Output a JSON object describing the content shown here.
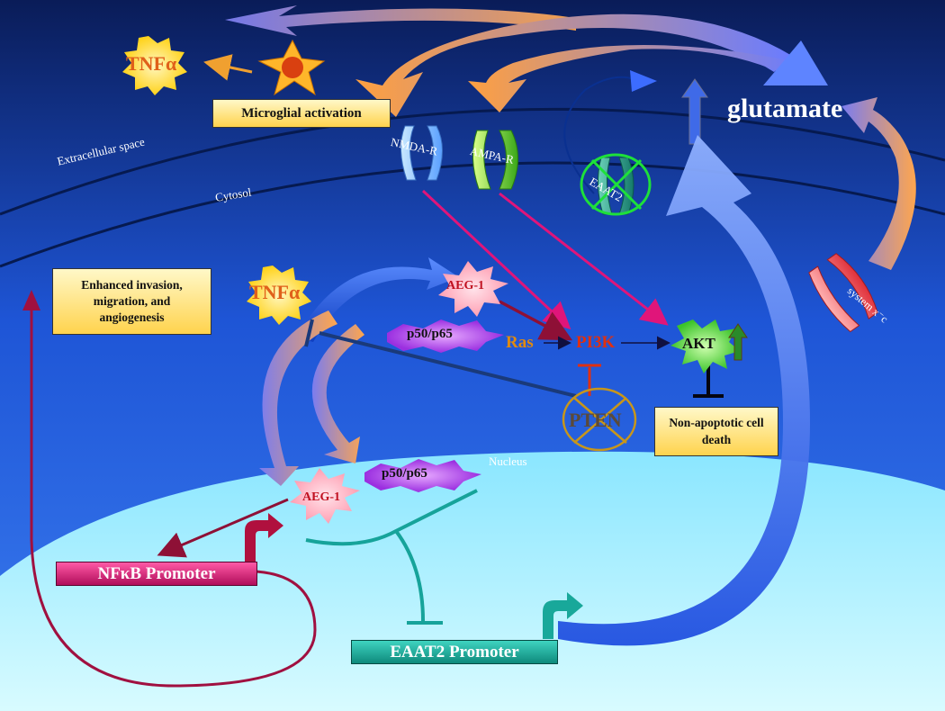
{
  "labels": {
    "tnf_top": "TNFα",
    "tnf_mid": "TNFα",
    "microglial": "Microglial activation",
    "glutamate": "glutamate",
    "extracellular": "Extracellular space",
    "cytosol": "Cytosol",
    "nmda": "NMDA-R",
    "ampa": "AMPA-R",
    "eaat2_receptor": "EAAT2",
    "system_xc": "system x⁻c",
    "enhanced": "Enhanced invasion, migration, and angiogenesis",
    "aeg1_cyto": "AEG-1",
    "p50p65_cyto": "p50/p65",
    "ras": "Ras",
    "pi3k": "PI3K",
    "akt": "AKT",
    "pten": "PTEN",
    "nonapoptotic": "Non-apoptotic cell death",
    "nucleus": "Nucleus",
    "aeg1_nuc": "AEG-1",
    "p50p65_nuc": "p50/p65",
    "nfkb_promoter": "NFκB Promoter",
    "eaat2_promoter": "EAAT2 Promoter"
  },
  "colors": {
    "background_top": "#0a1f5c",
    "background_mid": "#1d4fd0",
    "nucleus": "#aef3ff",
    "nfkb_promoter": "#d8106e",
    "eaat2_promoter": "#18a89a",
    "pink_arrow": "#e0157a",
    "crimson_arrow": "#a01040",
    "teal_inhibit": "#16a39a"
  }
}
